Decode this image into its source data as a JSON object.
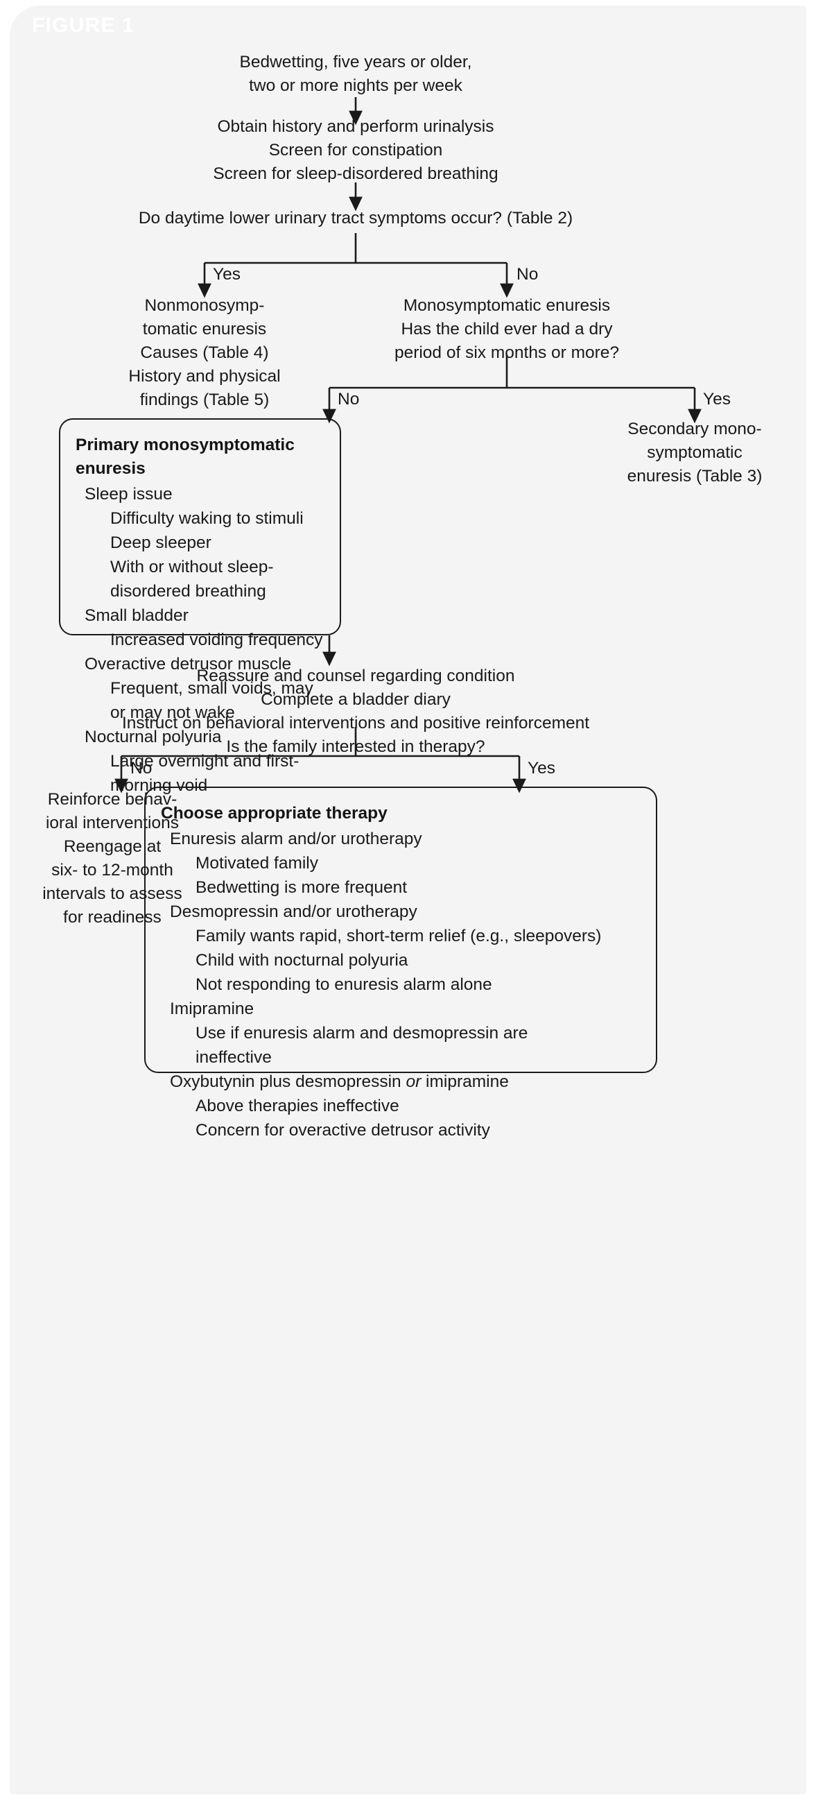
{
  "figure": {
    "label": "FIGURE 1",
    "panel_color": "#f4f4f4",
    "label_color": "#ffffff",
    "text_color": "#191919",
    "line_color": "#1a1a1a"
  },
  "nodes": {
    "start": "Bedwetting, five years or older,\ntwo or more nights per week",
    "workup": "Obtain history and perform urinalysis\nScreen for constipation\nScreen for sleep-disordered breathing",
    "decision_luts": "Do daytime lower urinary tract symptoms occur? (Table 2)",
    "nonmono": "Nonmonosymp-\ntomatic enuresis\nCauses (Table 4)\nHistory and physical\nfindings (Table 5)",
    "mono": "Monosymptomatic enuresis\nHas the child ever had a dry\nperiod of six months or more?",
    "secondary": "Secondary mono-\nsymptomatic\nenuresis (Table 3)",
    "reassure": "Reassure and counsel regarding condition\nComplete a bladder diary\nInstruct on behavioral interventions and positive reinforcement\nIs the family interested in therapy?",
    "reinforce": "Reinforce behav-\nioral interventions\nReengage at\nsix- to 12-month\nintervals to assess\nfor readiness"
  },
  "edge_labels": {
    "luts_yes": "Yes",
    "luts_no": "No",
    "dry_no": "No",
    "dry_yes": "Yes",
    "therapy_no": "No",
    "therapy_yes": "Yes"
  },
  "primary_box": {
    "title": "Primary monosymptomatic enuresis",
    "items": [
      {
        "level": 1,
        "text": "Sleep issue"
      },
      {
        "level": 2,
        "text": "Difficulty waking to stimuli"
      },
      {
        "level": 2,
        "text": "Deep sleeper"
      },
      {
        "level": 2,
        "text": "With or without sleep-disordered breathing"
      },
      {
        "level": 1,
        "text": "Small bladder"
      },
      {
        "level": 2,
        "text": "Increased voiding frequency"
      },
      {
        "level": 1,
        "text": "Overactive detrusor muscle"
      },
      {
        "level": 2,
        "text": "Frequent, small voids, may or may not wake"
      },
      {
        "level": 1,
        "text": "Nocturnal polyuria"
      },
      {
        "level": 2,
        "text": "Large overnight and first-morning void"
      }
    ]
  },
  "therapy_box": {
    "title": "Choose appropriate therapy",
    "items": [
      {
        "level": 1,
        "text": "Enuresis alarm and/or urotherapy"
      },
      {
        "level": 2,
        "text": "Motivated family"
      },
      {
        "level": 2,
        "text": "Bedwetting is more frequent"
      },
      {
        "level": 1,
        "text": "Desmopressin and/or urotherapy"
      },
      {
        "level": 2,
        "text": "Family wants rapid, short-term relief (e.g., sleepovers)"
      },
      {
        "level": 2,
        "text": "Child with nocturnal polyuria"
      },
      {
        "level": 2,
        "text": "Not responding to enuresis alarm alone"
      },
      {
        "level": 1,
        "text": "Imipramine"
      },
      {
        "level": 2,
        "text": "Use if enuresis alarm and desmopressin are"
      },
      {
        "level": 2,
        "text": "ineffective",
        "continuation": true
      },
      {
        "level": 1,
        "text": "Oxybutynin plus desmopressin ",
        "italic": "or",
        "text_after": " imipramine"
      },
      {
        "level": 2,
        "text": "Above therapies ineffective"
      },
      {
        "level": 2,
        "text": "Concern for overactive detrusor activity"
      }
    ]
  }
}
